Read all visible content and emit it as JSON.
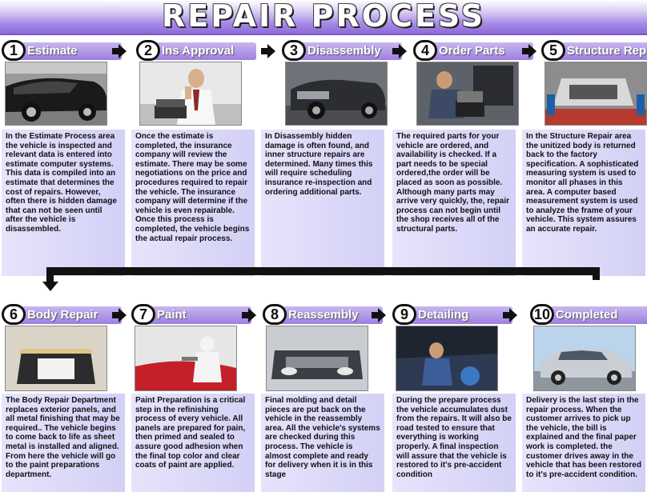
{
  "page": {
    "title": "REPAIR PROCESS"
  },
  "steps": [
    {
      "number": "1",
      "label": "Estimate",
      "photo": "car-damage-photo",
      "text": "In the Estimate Process area the vehicle is inspected and relevant data is entered into estimate computer systems. This data is compiled into an estimate that determines the cost of repairs. However, often there is hidden damage that can not be seen until after the vehicle is disassembled."
    },
    {
      "number": "2",
      "label": "Ins Approval",
      "photo": "adjuster-phone-photo",
      "text": "Once the estimate is completed, the insurance company will review the estimate. There may be some negotiations on the price and procedures required to repair the vehicle. The insurance company will determine if the vehicle is even repairable. Once this process is completed, the vehicle begins the actual repair process."
    },
    {
      "number": "3",
      "label": "Disassembly",
      "photo": "disassembled-car-photo",
      "text": "In Disassembly hidden damage is often found, and inner structure repairs are determined. Many times this will require scheduling insurance re-inspection and ordering additional parts."
    },
    {
      "number": "4",
      "label": "Order Parts",
      "photo": "technician-laptop-photo",
      "text": "The required parts for your vehicle are ordered, and availability is checked. If a part needs to be special ordered,the order will be placed as soon as possible. Although many parts may arrive very quickly, the, repair process can not begin until the shop receives all of the structural parts."
    },
    {
      "number": "5",
      "label": "Structure Repair",
      "photo": "frame-machine-photo",
      "text": "In the Structure Repair area the unitized body is returned back to the factory specification. A sophisticated measuring system is used to monitor all phases in this area. A computer based measurement system is used to analyze the frame of your vehicle. This system assures an accurate repair."
    },
    {
      "number": "6",
      "label": "Body Repair",
      "photo": "masked-car-photo",
      "text": "The Body Repair Department replaces exterior panels, and all metal finishing that may be required.. The vehicle begins to come back to life as sheet metal is installed and aligned. From here the vehicle will go to the paint preparations department."
    },
    {
      "number": "7",
      "label": "Paint",
      "photo": "painter-spraying-photo",
      "text": "Paint Preparation is a critical step in the refinishing process of every vehicle. All panels are prepared for pain, then primed and sealed to assure good adhesion when the final top color and clear coats of paint are applied."
    },
    {
      "number": "8",
      "label": "Reassembly",
      "photo": "reassembly-photo",
      "text": "Final molding and detail pieces are put back on the vehicle in the reassembly area. All the vehicle's systems are checked during this process. The vehicle is almost complete and ready for delivery when it is in this stage"
    },
    {
      "number": "9",
      "label": "Detailing",
      "photo": "detailing-photo",
      "text": "During the prepare process the vehicle accumulates dust from the repairs. It will also be road tested to ensure that everything is working properly. A final inspection will assure that the vehicle is restored to it's pre-accident condition"
    },
    {
      "number": "10",
      "label": "Completed",
      "photo": "finished-car-photo",
      "text": "Delivery is the last step in the repair process. When the customer arrives to pick up the vehicle, the bill is explained and the final paper work is completed. the customer drives away in the vehicle that has been restored to it's pre-accident condition."
    }
  ]
}
